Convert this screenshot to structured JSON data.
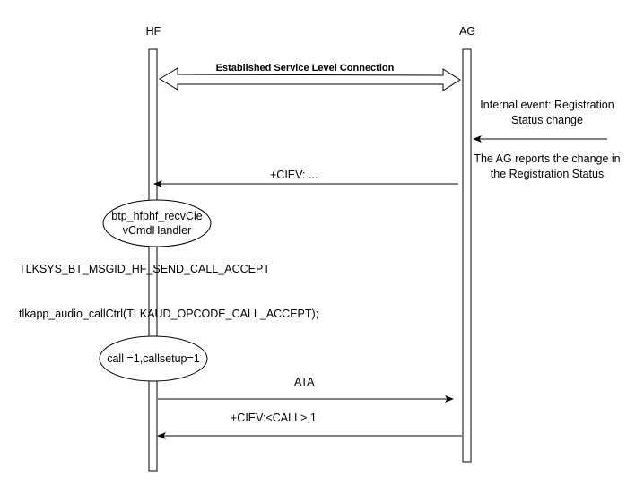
{
  "participants": {
    "hf": "HF",
    "ag": "AG"
  },
  "connection": {
    "label": "Established Service Level Connection"
  },
  "notes": {
    "internal_event_line1": "Internal event: Registration",
    "internal_event_line2": "Status change",
    "ag_reports_line1": "The AG reports the change in",
    "ag_reports_line2": "the Registration Status"
  },
  "messages": {
    "ciev_dots": "+CIEV: ...",
    "ata": "ATA",
    "ciev_call": "+CIEV:<CALL>,1"
  },
  "states": {
    "handler_line1": "btp_hfphf_recvCie",
    "handler_line2": "vCmdHandler",
    "call_state": "call =1,callsetup=1"
  },
  "actions": {
    "msg_accept": "TLKSYS_BT_MSGID_HF_SEND_CALL_ACCEPT",
    "audio_ctrl": "tlkapp_audio_callCtrl(TLKAUD_OPCODE_CALL_ACCEPT);"
  },
  "colors": {
    "line": "#000000",
    "background": "#ffffff"
  }
}
